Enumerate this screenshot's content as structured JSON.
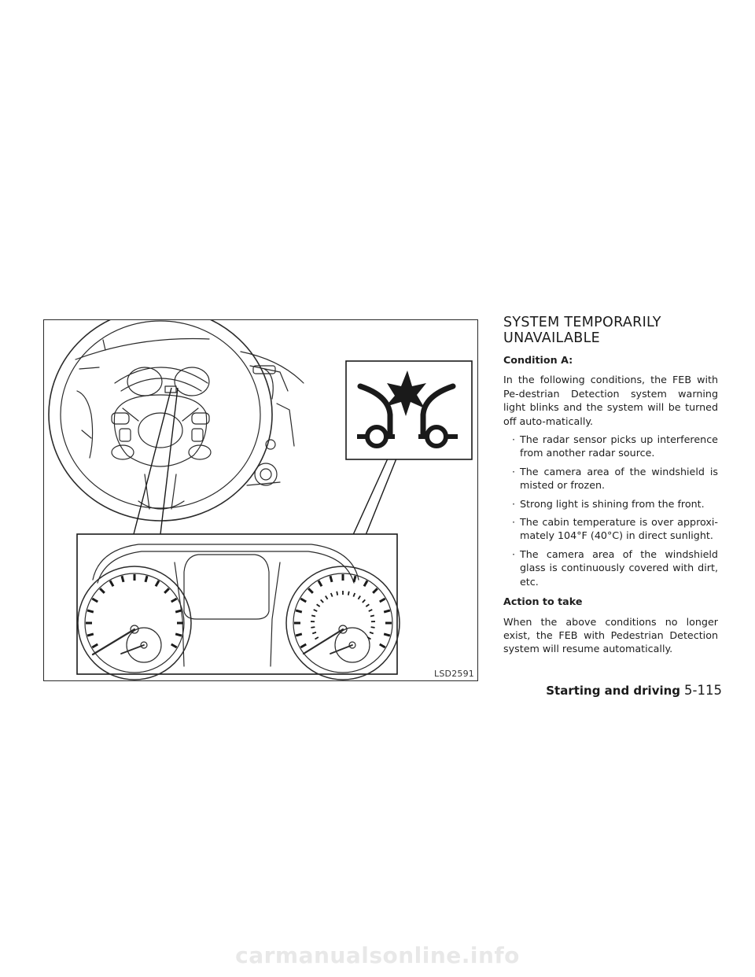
{
  "figure": {
    "code": "LSD2591"
  },
  "section": {
    "heading_line1": "SYSTEM TEMPORARILY",
    "heading_line2": "UNAVAILABLE",
    "condition_label": "Condition A:",
    "intro": "In the following conditions, the FEB with Pe-destrian Detection system warning light blinks and the system will be turned off auto-matically.",
    "bullet_char": "·",
    "bullets": [
      "The radar sensor picks up interference from another radar source.",
      "The camera area of the windshield is misted or frozen.",
      "Strong light is shining from the front.",
      "The cabin temperature is over approxi-mately 104°F (40°C) in direct sunlight.",
      "The camera area of the windshield glass is continuously covered with dirt, etc."
    ],
    "action_label": "Action to take",
    "action_text": "When the above conditions no longer exist, the FEB with Pedestrian Detection system will resume automatically."
  },
  "footer": {
    "section_name": "Starting and driving",
    "page_number": "5-115"
  },
  "watermark": "carmanualsonline.info",
  "icons": {
    "warning_light": "feb-pedestrian-warning-icon"
  }
}
